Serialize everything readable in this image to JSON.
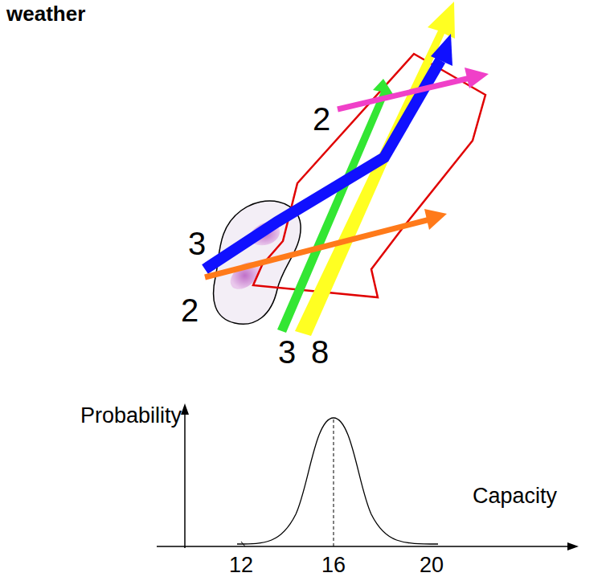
{
  "diagram": {
    "title": "weather",
    "labels": [
      "2",
      "3",
      "2",
      "3",
      "8",
      "Probability",
      "Capacity",
      "12",
      "16",
      "20"
    ]
  }
}
